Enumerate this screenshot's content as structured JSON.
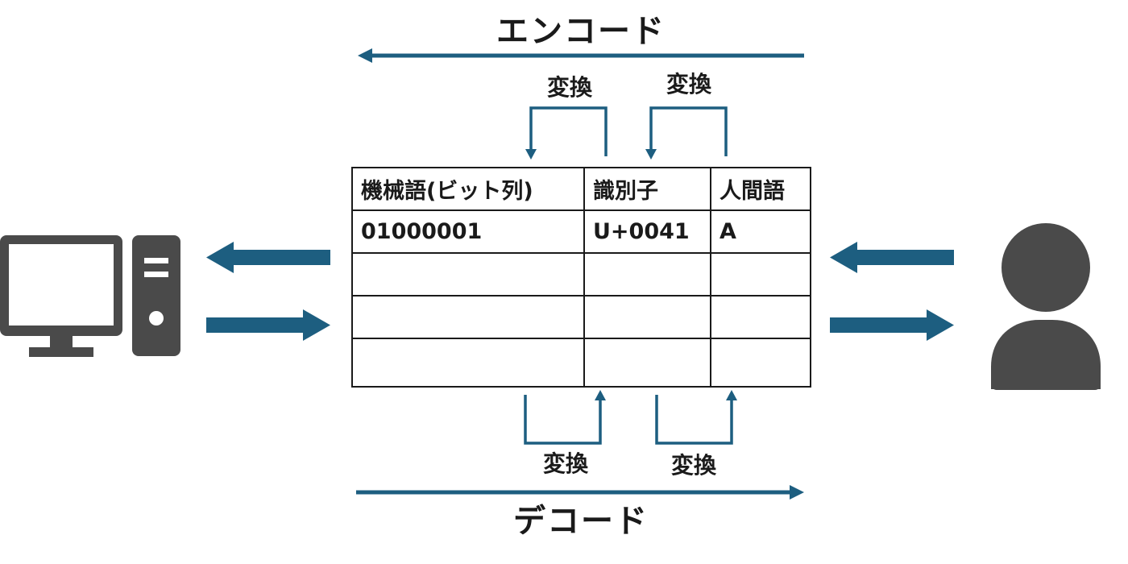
{
  "labels": {
    "encode": "エンコード",
    "decode": "デコード",
    "convert": "変換"
  },
  "table": {
    "headers": [
      "機械語(ビット列)",
      "識別子",
      "人間語"
    ],
    "rows": [
      [
        "01000001",
        "U+0041",
        "A"
      ],
      [
        "",
        "",
        ""
      ],
      [
        "",
        "",
        ""
      ],
      [
        "",
        "",
        ""
      ]
    ]
  },
  "colors": {
    "arrow": "#1d5e80",
    "icon": "#4a4a4a",
    "border": "#1a1a1a"
  },
  "icons": {
    "left": "desktop-computer-icon",
    "right": "user-icon"
  }
}
